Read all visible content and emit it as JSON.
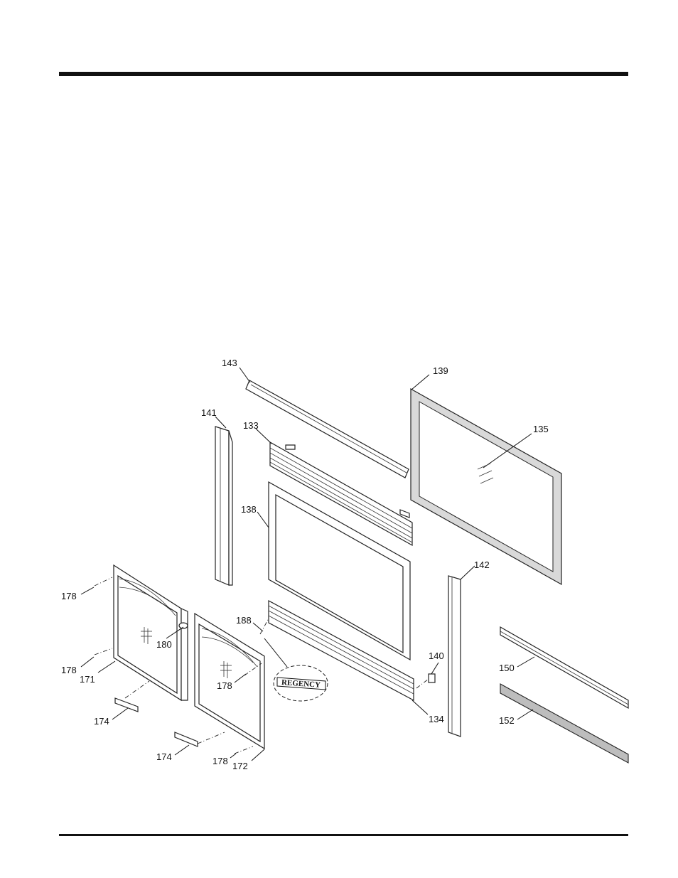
{
  "diagram": {
    "part_labels": {
      "p143": "143",
      "p139": "139",
      "p141": "141",
      "p133": "133",
      "p135": "135",
      "p138": "138",
      "p142": "142",
      "p178a": "178",
      "p188": "188",
      "p180": "180",
      "p140": "140",
      "p150": "150",
      "p178b": "178",
      "p171": "171",
      "p178c": "178",
      "p174a": "174",
      "p134": "134",
      "p152": "152",
      "p174b": "174",
      "p178d": "178",
      "p172": "172"
    },
    "logo_text": "REGENCY"
  }
}
